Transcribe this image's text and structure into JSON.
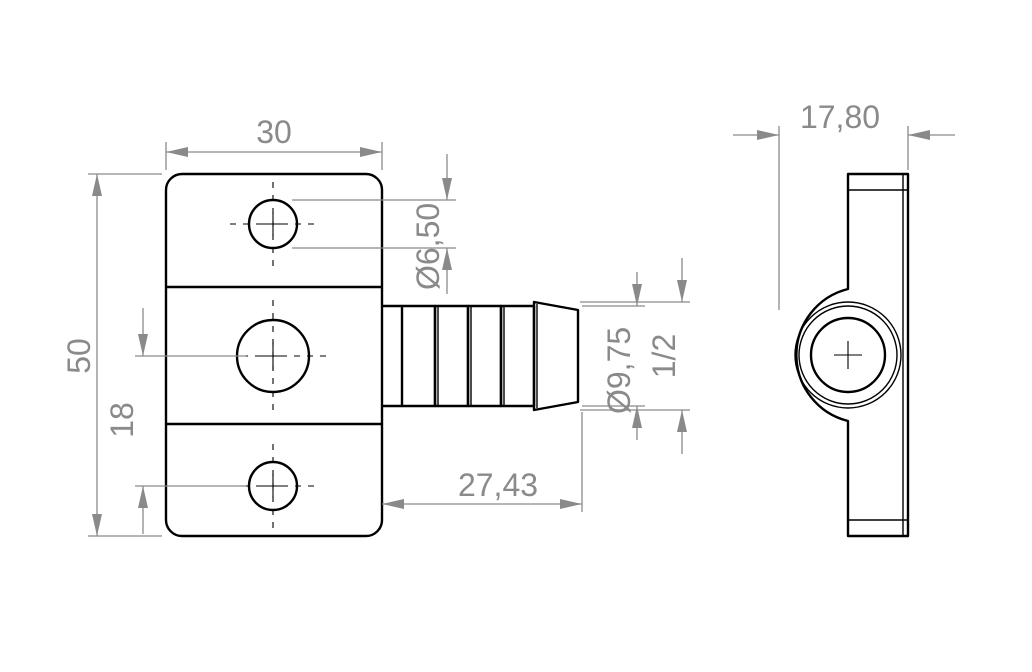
{
  "dimensions": {
    "width": "30",
    "height": "50",
    "hole_spacing": "18",
    "hole_diameter": "6,50",
    "bore_diameter": "9,75",
    "thread": "1/2",
    "nozzle_length": "27,43",
    "side_thickness": "17,80"
  },
  "symbols": {
    "diameter": "Ø"
  }
}
